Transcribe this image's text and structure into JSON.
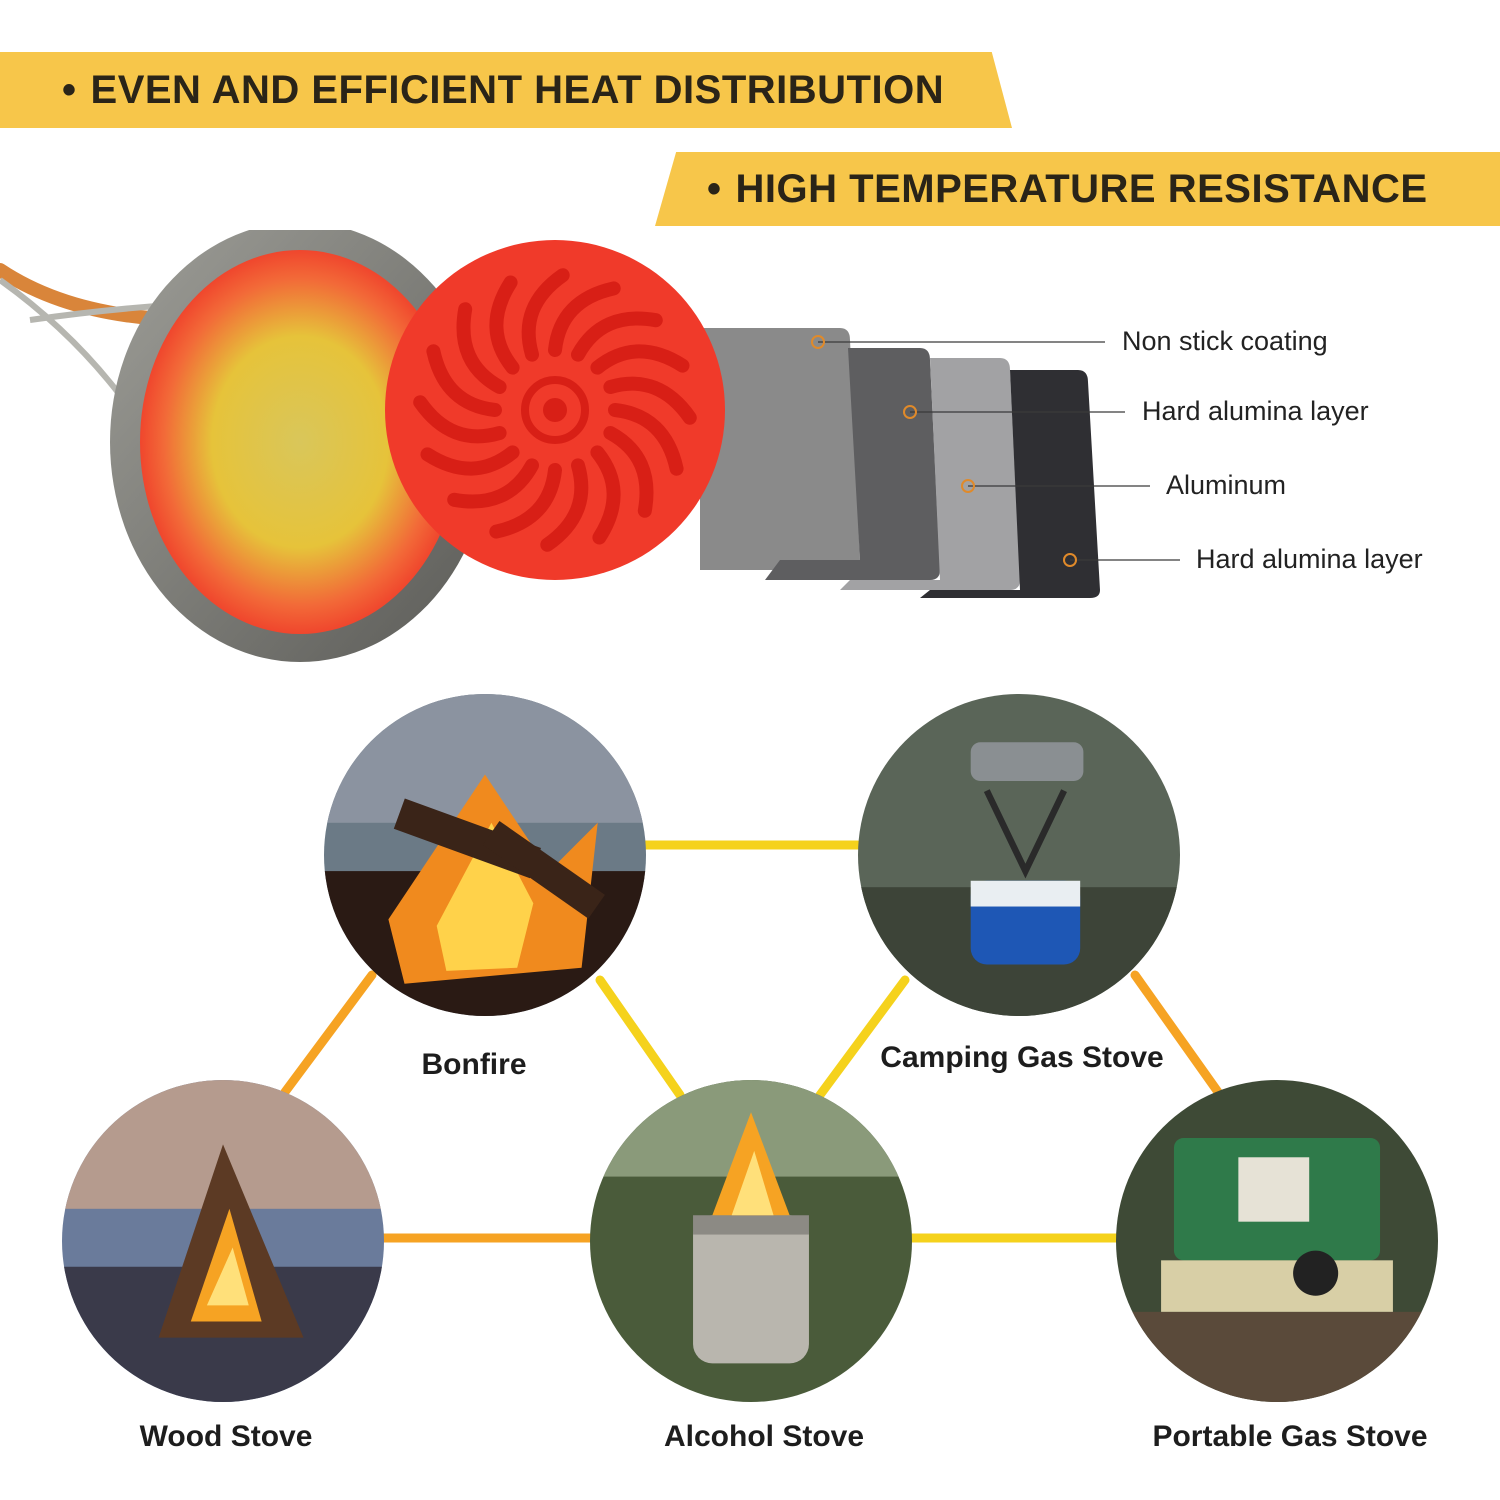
{
  "banners": {
    "top": "EVEN AND EFFICIENT HEAT DISTRIBUTION",
    "second": "HIGH TEMPERATURE RESISTANCE",
    "bullet": "•"
  },
  "layers": [
    "Non stick coating",
    "Hard alumina layer",
    "Aluminum",
    "Hard alumina layer"
  ],
  "stoves": {
    "bonfire": "Bonfire",
    "camping_gas": "Camping Gas Stove",
    "wood": "Wood Stove",
    "alcohol": "Alcohol Stove",
    "portable_gas": "Portable Gas Stove"
  },
  "colors": {
    "banner": "#f7c64a",
    "connector_yellow": "#f5d21c",
    "connector_orange": "#f6a323",
    "heat_red": "#f03a2a",
    "leader_line": "#e08a2a"
  }
}
